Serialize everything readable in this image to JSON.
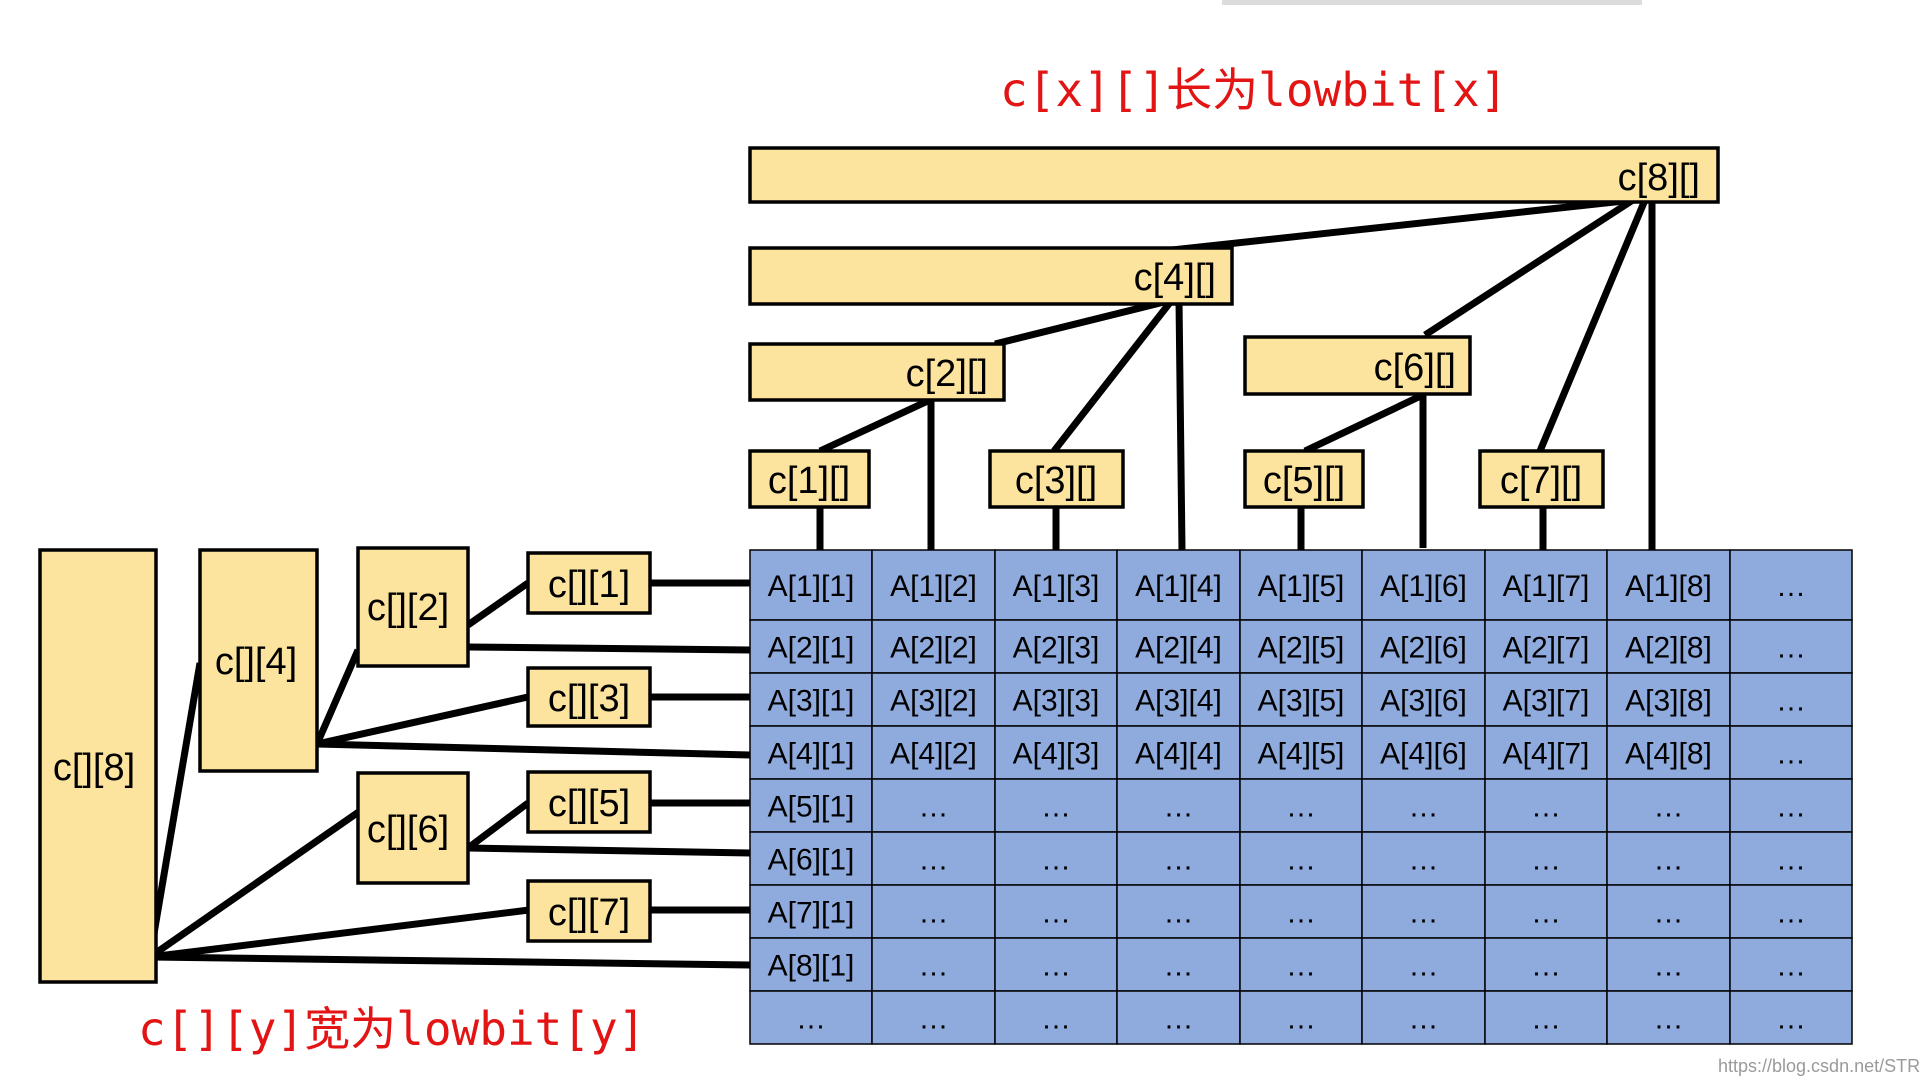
{
  "annotations": {
    "row_label": "c[x][]长为lowbit[x]",
    "col_label": "c[][y]宽为lowbit[y]"
  },
  "row_nodes": {
    "c8": "c[8][]",
    "c4": "c[4][]",
    "c2": "c[2][]",
    "c6": "c[6][]",
    "c1": "c[1][]",
    "c3": "c[3][]",
    "c5": "c[5][]",
    "c7": "c[7][]"
  },
  "col_nodes": {
    "c8": "c[][8]",
    "c4": "c[][4]",
    "c2": "c[][2]",
    "c6": "c[][6]",
    "c1": "c[][1]",
    "c3": "c[][3]",
    "c5": "c[][5]",
    "c7": "c[][7]"
  },
  "grid": {
    "rows": [
      [
        "A[1][1]",
        "A[1][2]",
        "A[1][3]",
        "A[1][4]",
        "A[1][5]",
        "A[1][6]",
        "A[1][7]",
        "A[1][8]",
        "…"
      ],
      [
        "A[2][1]",
        "A[2][2]",
        "A[2][3]",
        "A[2][4]",
        "A[2][5]",
        "A[2][6]",
        "A[2][7]",
        "A[2][8]",
        "…"
      ],
      [
        "A[3][1]",
        "A[3][2]",
        "A[3][3]",
        "A[3][4]",
        "A[3][5]",
        "A[3][6]",
        "A[3][7]",
        "A[3][8]",
        "…"
      ],
      [
        "A[4][1]",
        "A[4][2]",
        "A[4][3]",
        "A[4][4]",
        "A[4][5]",
        "A[4][6]",
        "A[4][7]",
        "A[4][8]",
        "…"
      ],
      [
        "A[5][1]",
        "…",
        "…",
        "…",
        "…",
        "…",
        "…",
        "…",
        "…"
      ],
      [
        "A[6][1]",
        "…",
        "…",
        "…",
        "…",
        "…",
        "…",
        "…",
        "…"
      ],
      [
        "A[7][1]",
        "…",
        "…",
        "…",
        "…",
        "…",
        "…",
        "…",
        "…"
      ],
      [
        "A[8][1]",
        "…",
        "…",
        "…",
        "…",
        "…",
        "…",
        "…",
        "…"
      ],
      [
        "…",
        "…",
        "…",
        "…",
        "…",
        "…",
        "…",
        "…",
        "…"
      ]
    ]
  },
  "watermark": "https://blog.csdn.net/STRIVE",
  "colors": {
    "node_fill": "#FDE49E",
    "cell_fill": "#8FAADC",
    "annotation": "#E31414"
  }
}
